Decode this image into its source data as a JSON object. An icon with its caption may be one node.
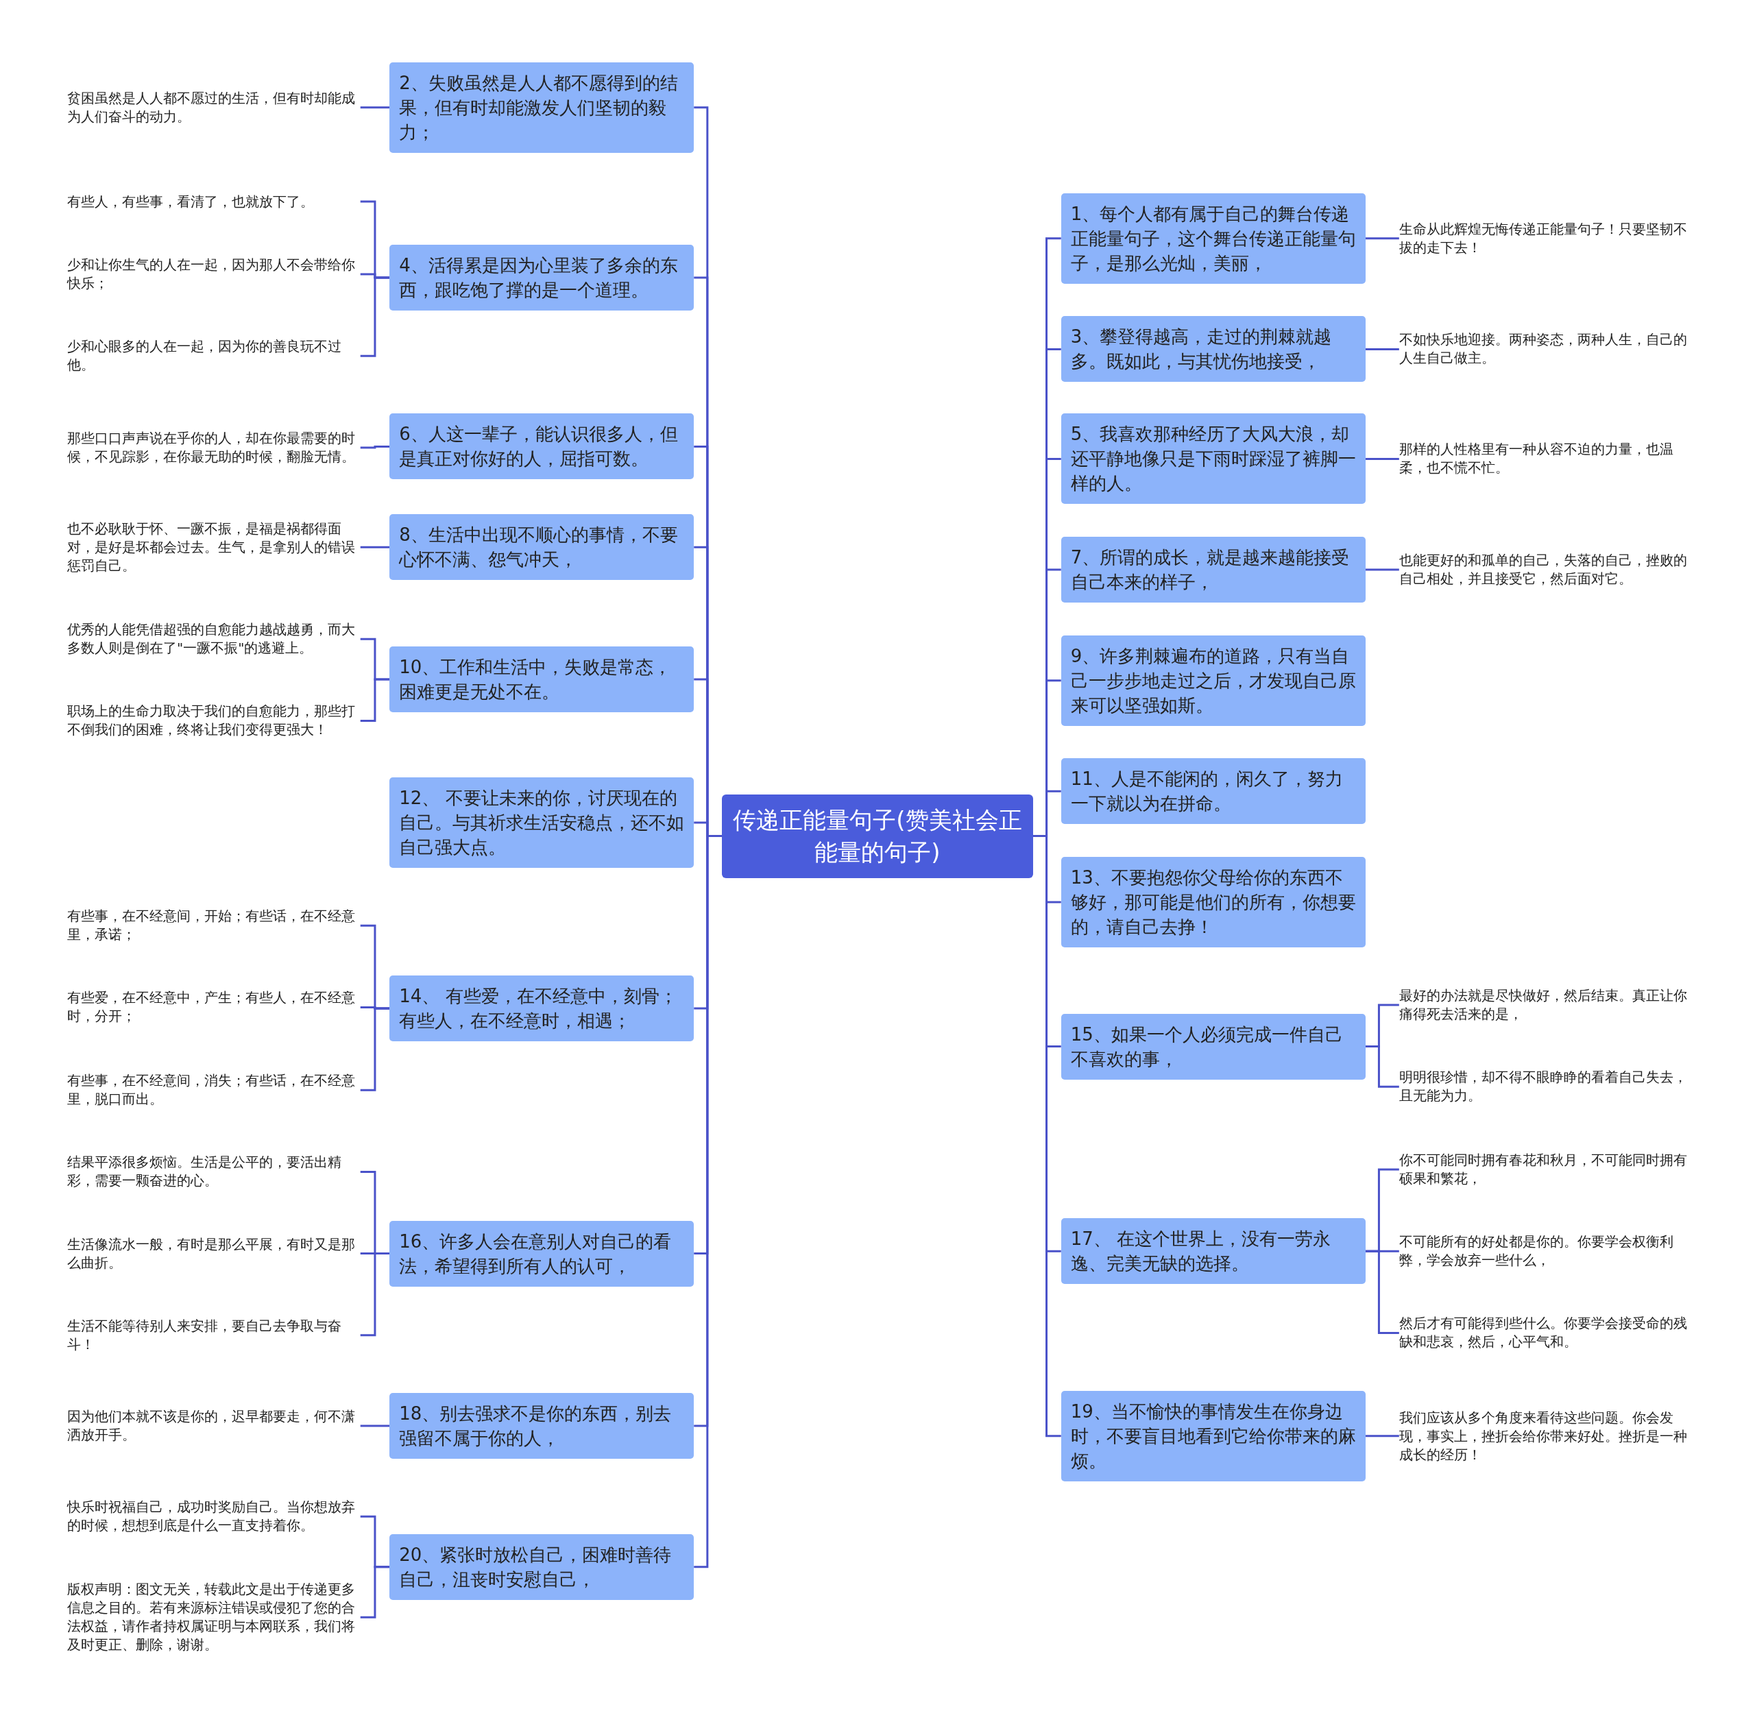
{
  "diagram": {
    "nodes": [
      {
        "text": [
          "传递正能量句子(赞美社会正能量的句子)"
        ]
      },
      {
        "text": [
          "2、失败虽然是人人都不愿得到的结果，但有时却能激发人们坚韧的毅力；"
        ]
      },
      {
        "text": [
          "贫困虽然是人人都不愿过的生活，但有时却能成为人们奋斗的动力。"
        ]
      },
      {
        "text": [
          "4、活得累是因为心里装了多余的东西，跟吃饱了撑的是一个道理。"
        ]
      },
      {
        "text": [
          "有些人，有些事，看清了，也就放下了。"
        ]
      },
      {
        "text": [
          "少和让你生气的人在一起，因为那人不会带给你快乐；"
        ]
      },
      {
        "text": [
          "少和心眼多的人在一起，因为你的善良玩不过他。"
        ]
      },
      {
        "text": [
          "6、人这一辈子，能认识很多人，但是真正对你好的人，屈指可数。"
        ]
      },
      {
        "text": [
          "那些口口声声说在乎你的人，却在你最需要的时候，不见踪影，在你最无助的时候，翻脸无情。"
        ]
      },
      {
        "text": [
          "8、生活中出现不顺心的事情，不要心怀不满、怨气冲天，"
        ]
      },
      {
        "text": [
          "也不必耿耿于怀、一蹶不振，是福是祸都得面对，是好是坏都会过去。生气，是拿别人的错误惩罚自己。"
        ]
      },
      {
        "text": [
          "10、工作和生活中，失败是常态，困难更是无处不在。"
        ]
      },
      {
        "text": [
          "优秀的人能凭借超强的自愈能力越战越勇，而大多数人则是倒在了\"一蹶不振\"的逃避上。"
        ]
      },
      {
        "text": [
          "职场上的生命力取决于我们的自愈能力，那些打不倒我们的困难，终将让我们变得更强大！"
        ]
      },
      {
        "text": [
          "12、 不要让未来的你，讨厌现在的自己。与其祈求生活安稳点，还不如自己强大点。"
        ]
      },
      {
        "text": [
          "14、 有些爱，在不经意中，刻骨；有些人，在不经意时，相遇；"
        ]
      },
      {
        "text": [
          "有些事，在不经意间，开始；有些话，在不经意里，承诺；"
        ]
      },
      {
        "text": [
          "有些爱，在不经意中，产生；有些人，在不经意时，分开；"
        ]
      },
      {
        "text": [
          "有些事，在不经意间，消失；有些话，在不经意里，脱口而出。"
        ]
      },
      {
        "text": [
          "16、许多人会在意别人对自己的看法，希望得到所有人的认可，"
        ]
      },
      {
        "text": [
          "结果平添很多烦恼。生活是公平的，要活出精彩，需要一颗奋进的心。"
        ]
      },
      {
        "text": [
          "生活像流水一般，有时是那么平展，有时又是那么曲折。"
        ]
      },
      {
        "text": [
          "生活不能等待别人来安排，要自己去争取与奋斗！"
        ]
      },
      {
        "text": [
          "18、别去强求不是你的东西，别去强留不属于你的人，"
        ]
      },
      {
        "text": [
          "因为他们本就不该是你的，迟早都要走，何不潇洒放开手。"
        ]
      },
      {
        "text": [
          "20、紧张时放松自己，困难时善待自己，沮丧时安慰自己，"
        ]
      },
      {
        "text": [
          "快乐时祝福自己，成功时奖励自己。当你想放弃的时候，想想到底是什么一直支持着你。"
        ]
      },
      {
        "text": [
          "版权声明：图文无关，转载此文是出于传递更多信息之目的。若有来源标注错误或侵犯了您的合法权益，请作者持权属证明与本网联系，我们将及时更正、删除，谢谢。"
        ]
      },
      {
        "text": [
          "1、每个人都有属于自己的舞台传递正能量句子，这个舞台传递正能量句子，是那么光灿，美丽，"
        ]
      },
      {
        "text": [
          "生命从此辉煌无悔传递正能量句子！只要坚韧不拔的走下去！"
        ]
      },
      {
        "text": [
          "3、攀登得越高，走过的荆棘就越多。既如此，与其忧伤地接受，"
        ]
      },
      {
        "text": [
          "不如快乐地迎接。两种姿态，两种人生，自己的人生自己做主。"
        ]
      },
      {
        "text": [
          "5、我喜欢那种经历了大风大浪，却还平静地像只是下雨时踩湿了裤脚一样的人。"
        ]
      },
      {
        "text": [
          "那样的人性格里有一种从容不迫的力量，也温柔，也不慌不忙。"
        ]
      },
      {
        "text": [
          "7、所谓的成长，就是越来越能接受自己本来的样子，"
        ]
      },
      {
        "text": [
          "也能更好的和孤单的自己，失落的自己，挫败的自己相处，并且接受它，然后面对它。"
        ]
      },
      {
        "text": [
          "9、许多荆棘遍布的道路，只有当自己一步步地走过之后，才发现自己原来可以坚强如斯。"
        ]
      },
      {
        "text": [
          "11、人是不能闲的，闲久了，努力一下就以为在拼命。"
        ]
      },
      {
        "text": [
          "13、不要抱怨你父母给你的东西不够好，那可能是他们的所有，你想要的，请自己去挣！"
        ]
      },
      {
        "text": [
          "15、如果一个人必须完成一件自己不喜欢的事，"
        ]
      },
      {
        "text": [
          "最好的办法就是尽快做好，然后结束。真正让你痛得死去活来的是，"
        ]
      },
      {
        "text": [
          "明明很珍惜，却不得不眼睁睁的看着自己失去，且无能为力。"
        ]
      },
      {
        "text": [
          "17、 在这个世界上，没有一劳永逸、完美无缺的选择。"
        ]
      },
      {
        "text": [
          "你不可能同时拥有春花和秋月，不可能同时拥有硕果和繁花，"
        ]
      },
      {
        "text": [
          "不可能所有的好处都是你的。你要学会权衡利弊，学会放弃一些什么，"
        ]
      },
      {
        "text": [
          "然后才有可能得到些什么。你要学会接受命的残缺和悲哀，然后，心平气和。"
        ]
      },
      {
        "text": [
          "19、当不愉快的事情发生在你身边时，不要盲目地看到它给你带来的麻烦。"
        ]
      },
      {
        "text": [
          "我们应该从多个角度来看待这些问题。你会发现，事实上，挫折会给你带来好处。挫折是一种成长的经历！"
        ]
      }
    ],
    "edges": [
      {
        "from": 0,
        "to": 1,
        "arrow": "none"
      },
      {
        "from": 1,
        "to": 2,
        "arrow": "none"
      },
      {
        "from": 0,
        "to": 3,
        "arrow": "none"
      },
      {
        "from": 3,
        "to": 4,
        "arrow": "none"
      },
      {
        "from": 3,
        "to": 5,
        "arrow": "none"
      },
      {
        "from": 3,
        "to": 6,
        "arrow": "none"
      },
      {
        "from": 0,
        "to": 7,
        "arrow": "none"
      },
      {
        "from": 7,
        "to": 8,
        "arrow": "none"
      },
      {
        "from": 0,
        "to": 9,
        "arrow": "none"
      },
      {
        "from": 9,
        "to": 10,
        "arrow": "none"
      },
      {
        "from": 0,
        "to": 11,
        "arrow": "none"
      },
      {
        "from": 11,
        "to": 12,
        "arrow": "none"
      },
      {
        "from": 11,
        "to": 13,
        "arrow": "none"
      },
      {
        "from": 0,
        "to": 14,
        "arrow": "none"
      },
      {
        "from": 0,
        "to": 15,
        "arrow": "none"
      },
      {
        "from": 15,
        "to": 16,
        "arrow": "none"
      },
      {
        "from": 15,
        "to": 17,
        "arrow": "none"
      },
      {
        "from": 15,
        "to": 18,
        "arrow": "none"
      },
      {
        "from": 0,
        "to": 19,
        "arrow": "none"
      },
      {
        "from": 19,
        "to": 20,
        "arrow": "none"
      },
      {
        "from": 19,
        "to": 21,
        "arrow": "none"
      },
      {
        "from": 19,
        "to": 22,
        "arrow": "none"
      },
      {
        "from": 0,
        "to": 23,
        "arrow": "none"
      },
      {
        "from": 23,
        "to": 24,
        "arrow": "none"
      },
      {
        "from": 0,
        "to": 25,
        "arrow": "none"
      },
      {
        "from": 25,
        "to": 26,
        "arrow": "none"
      },
      {
        "from": 25,
        "to": 27,
        "arrow": "none"
      },
      {
        "from": 0,
        "to": 28,
        "arrow": "none"
      },
      {
        "from": 28,
        "to": 29,
        "arrow": "none"
      },
      {
        "from": 0,
        "to": 30,
        "arrow": "none"
      },
      {
        "from": 30,
        "to": 31,
        "arrow": "none"
      },
      {
        "from": 0,
        "to": 32,
        "arrow": "none"
      },
      {
        "from": 32,
        "to": 33,
        "arrow": "none"
      },
      {
        "from": 0,
        "to": 34,
        "arrow": "none"
      },
      {
        "from": 34,
        "to": 35,
        "arrow": "none"
      },
      {
        "from": 0,
        "to": 36,
        "arrow": "none"
      },
      {
        "from": 0,
        "to": 37,
        "arrow": "none"
      },
      {
        "from": 0,
        "to": 38,
        "arrow": "none"
      },
      {
        "from": 0,
        "to": 39,
        "arrow": "none"
      },
      {
        "from": 39,
        "to": 40,
        "arrow": "none"
      },
      {
        "from": 39,
        "to": 41,
        "arrow": "none"
      },
      {
        "from": 0,
        "to": 42,
        "arrow": "none"
      },
      {
        "from": 42,
        "to": 43,
        "arrow": "none"
      },
      {
        "from": 42,
        "to": 44,
        "arrow": "none"
      },
      {
        "from": 42,
        "to": 45,
        "arrow": "none"
      },
      {
        "from": 0,
        "to": 46,
        "arrow": "none"
      },
      {
        "from": 46,
        "to": 47,
        "arrow": "none"
      }
    ]
  }
}
